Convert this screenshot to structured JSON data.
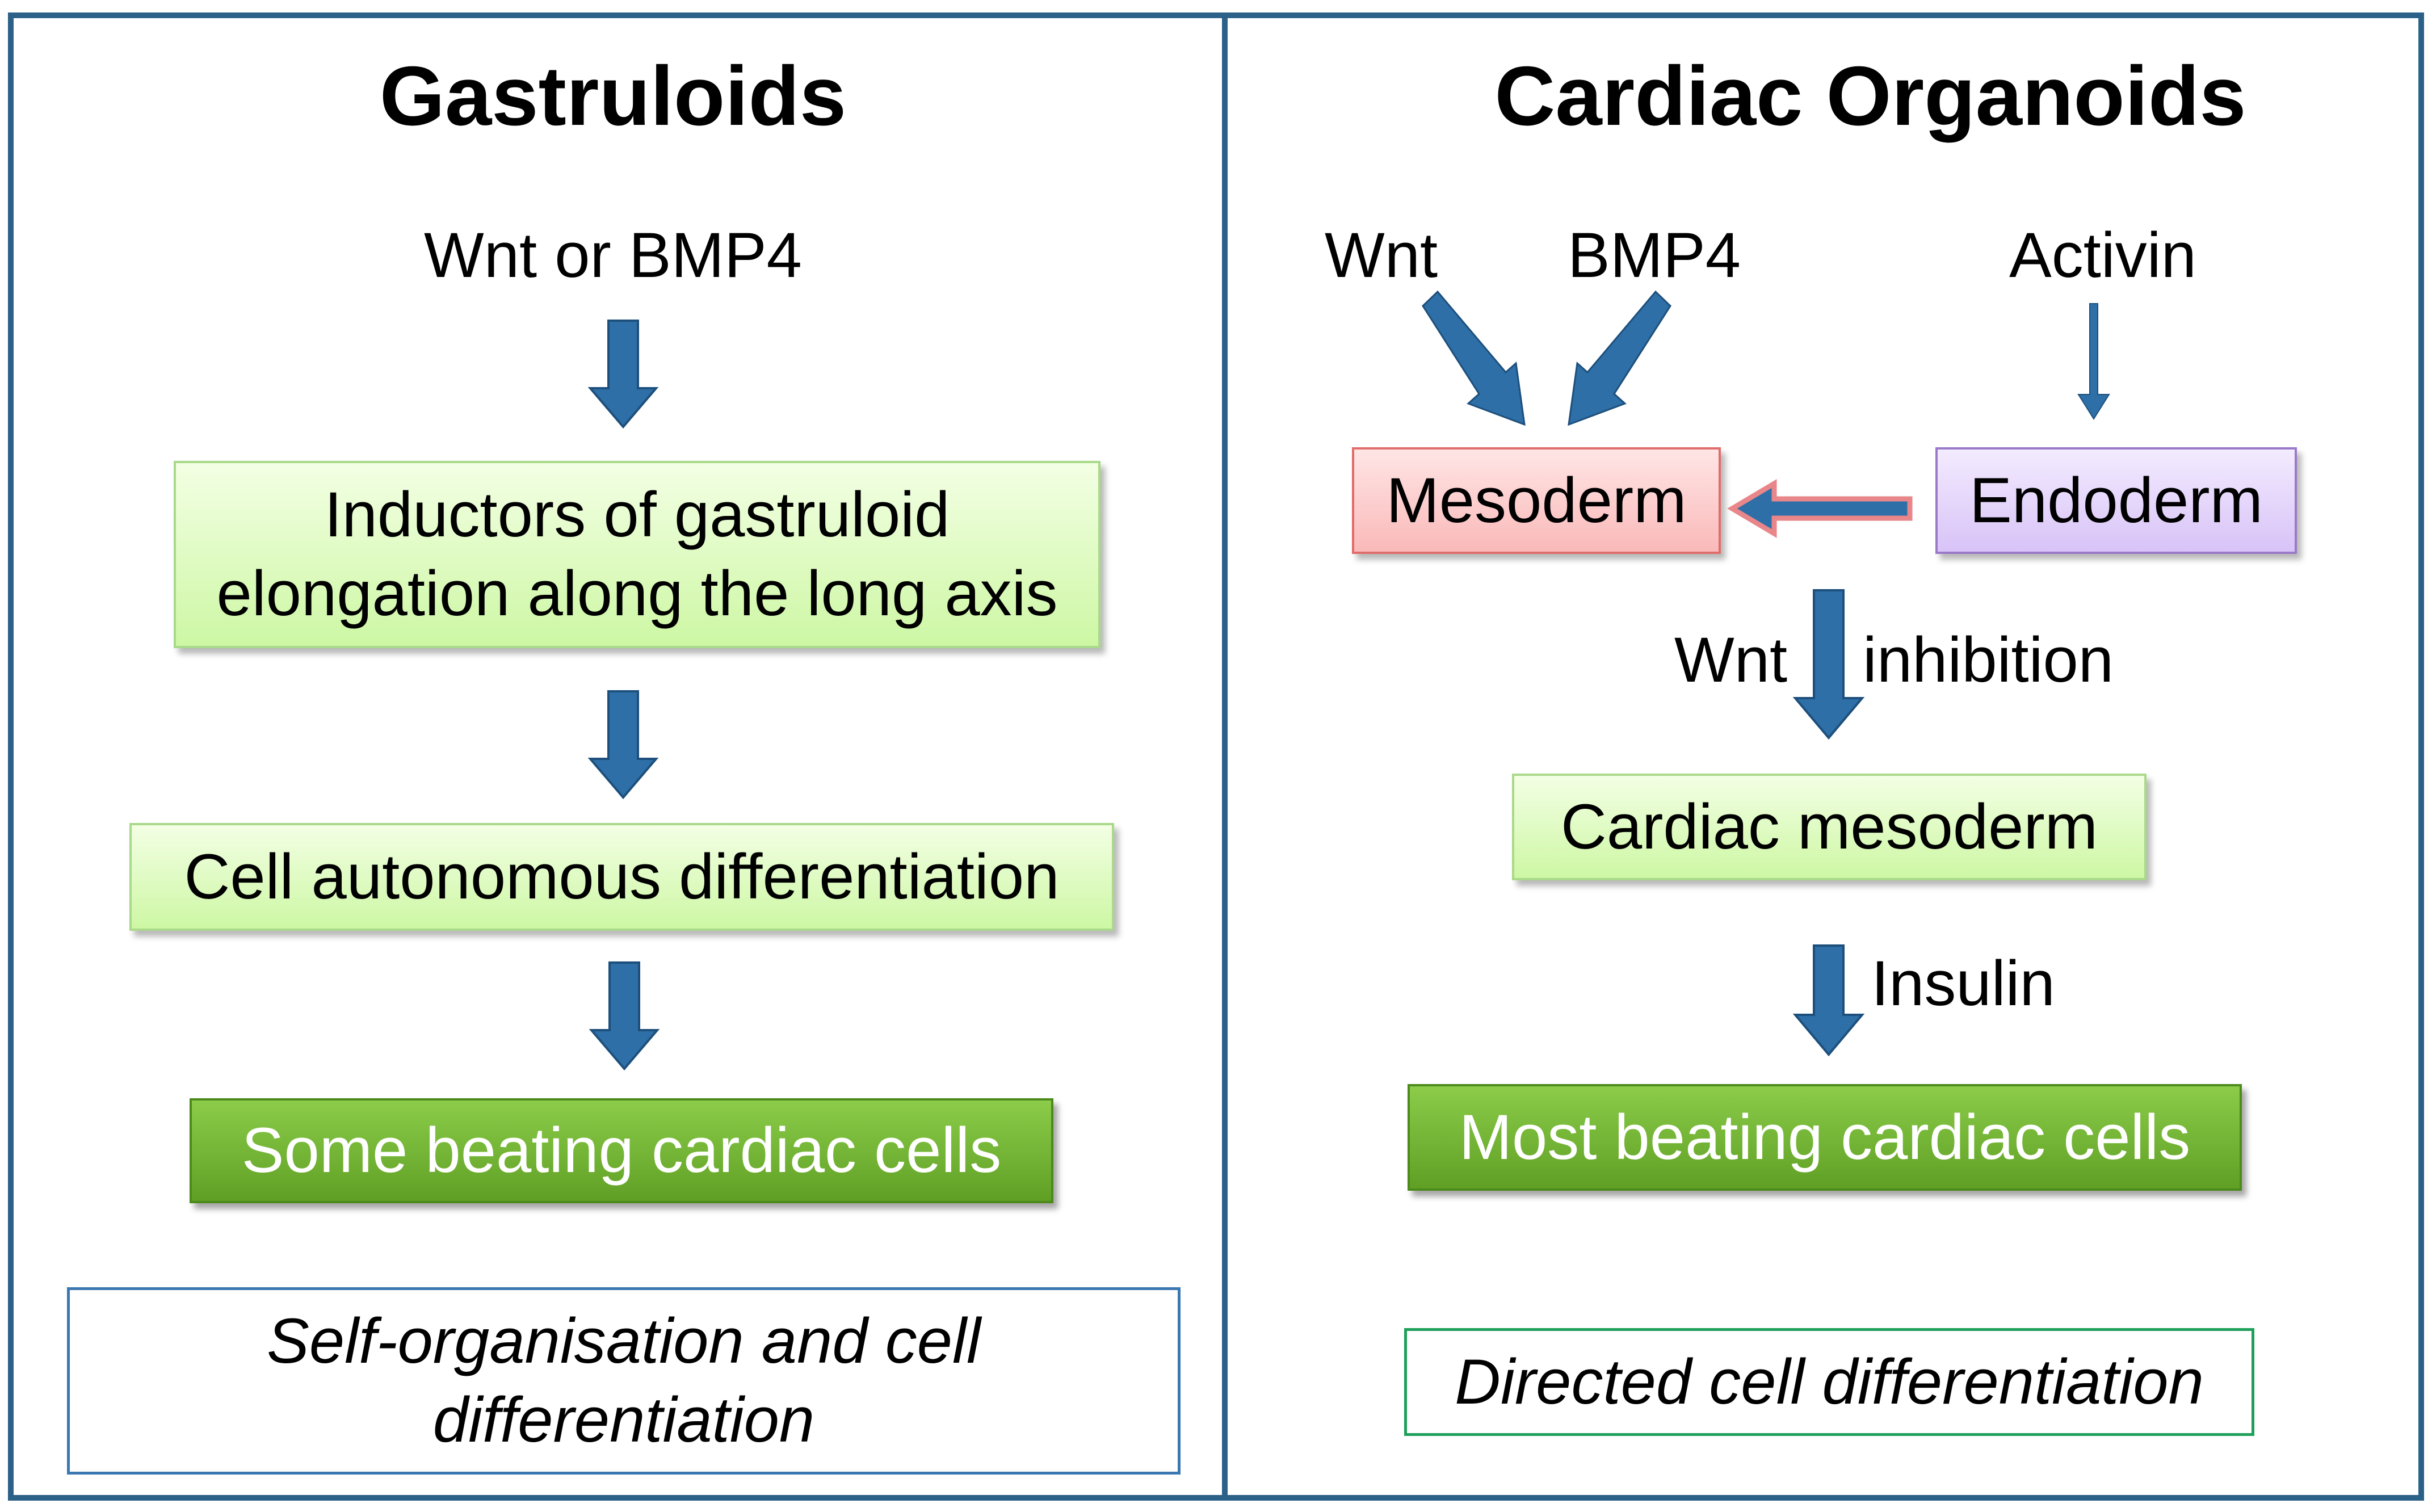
{
  "left_panel": {
    "title": "Gastruloids",
    "input_label": "Wnt or BMP4",
    "step1": "Inductors of gastruloid elongation along the long axis",
    "step2": "Cell autonomous differentiation",
    "result": "Some beating cardiac cells",
    "note": "Self-organisation and cell differentiation"
  },
  "right_panel": {
    "title": "Cardiac Organoids",
    "wnt_label": "Wnt",
    "bmp4_label": "BMP4",
    "activin_label": "Activin",
    "mesoderm": "Mesoderm",
    "endoderm": "Endoderm",
    "wnt_label_2": "Wnt",
    "inhibition_label": "inhibition",
    "cardiac_mesoderm": "Cardiac mesoderm",
    "insulin_label": "Insulin",
    "result": "Most beating cardiac cells",
    "note": "Directed cell differentiation"
  },
  "colors": {
    "frame": "#2b6189",
    "arrow_blue": "#2e6fa7",
    "arrow_pink": "#e8868a",
    "light_green_box": "#cdf7a4",
    "dark_green_box": "#6aaa2c",
    "mesoderm_box": "#fab9b9",
    "endoderm_box": "#d8c3f7"
  }
}
